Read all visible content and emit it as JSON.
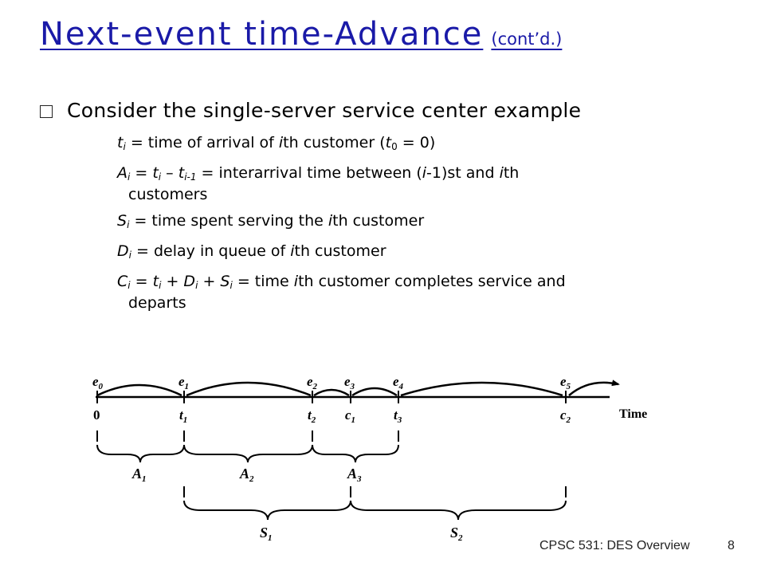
{
  "title": {
    "main": "Next-event time-Advance",
    "sub": "(cont’d.)"
  },
  "bullet": {
    "text": "Consider the single-server service center example"
  },
  "definitions": {
    "t": {
      "sym": "t",
      "sub": "i",
      "text1": " = time of arrival of ",
      "i": "i",
      "text2": "th customer (",
      "t0": "t",
      "t0sub": "0",
      "text3": " = 0)"
    },
    "A": {
      "sym": "A",
      "sub": "i",
      "eq1": " = ",
      "t": "t",
      "tsub": "i",
      "minus": " – ",
      "t2": "t",
      "t2sub": "i-1",
      "text1": " = interarrival time between (",
      "i1": "i",
      "text2": "-1)st and ",
      "i2": "i",
      "text3": "th",
      "cont": "customers"
    },
    "S": {
      "sym": "S",
      "sub": "i",
      "text1": " = time spent serving the ",
      "i": "i",
      "text2": "th customer"
    },
    "D": {
      "sym": "D",
      "sub": "i",
      "text1": " = delay in queue of ",
      "i": "i",
      "text2": "th customer"
    },
    "C": {
      "sym": "C",
      "sub": "i",
      "eq1": " = ",
      "t": "t",
      "tsub": "i",
      "plus1": " + ",
      "d": "D",
      "dsub": "i",
      "plus2": " + ",
      "s": "S",
      "ssub": "i",
      "text1": " = time ",
      "i": "i",
      "text2": "th customer completes service and",
      "cont": "departs"
    }
  },
  "diagram": {
    "events": [
      {
        "e": "e",
        "sub": "0"
      },
      {
        "e": "e",
        "sub": "1"
      },
      {
        "e": "e",
        "sub": "2"
      },
      {
        "e": "e",
        "sub": "3"
      },
      {
        "e": "e",
        "sub": "4"
      },
      {
        "e": "e",
        "sub": "5"
      }
    ],
    "axis_labels": [
      {
        "text": "0",
        "sub": ""
      },
      {
        "text": "t",
        "sub": "1"
      },
      {
        "text": "t",
        "sub": "2"
      },
      {
        "text": "c",
        "sub": "1"
      },
      {
        "text": "t",
        "sub": "3"
      },
      {
        "text": "c",
        "sub": "2"
      }
    ],
    "time_label": "Time",
    "braces_top": [
      {
        "text": "A",
        "sub": "1"
      },
      {
        "text": "A",
        "sub": "2"
      },
      {
        "text": "A",
        "sub": "3"
      }
    ],
    "braces_bottom": [
      {
        "text": "S",
        "sub": "1"
      },
      {
        "text": "S",
        "sub": "2"
      }
    ]
  },
  "footer": {
    "course": "CPSC 531: DES Overview",
    "page": "8"
  }
}
